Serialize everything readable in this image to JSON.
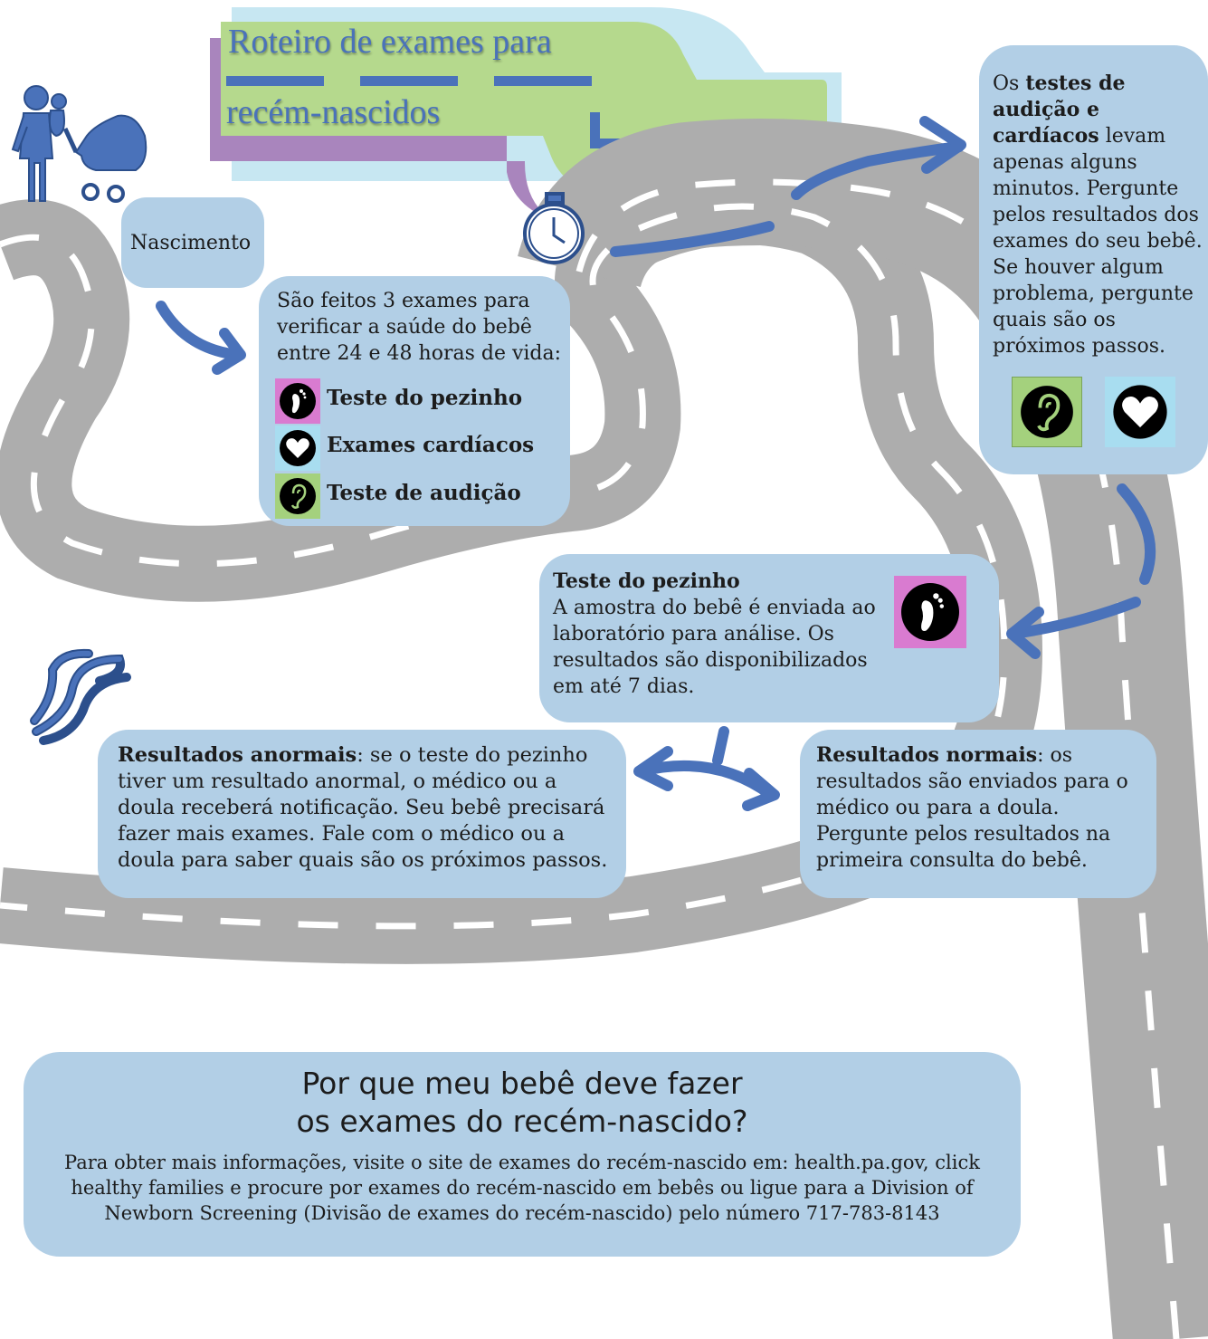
{
  "title": {
    "line1": "Roteiro de exames para",
    "line2": "recém-nascidos"
  },
  "colors": {
    "road": "#adadad",
    "arrow": "#4a72ba",
    "box": "#b2cfe6",
    "title_green": "#b5d98d",
    "title_purple": "#a985bd",
    "title_cyan": "#c7e7f2",
    "pink": "#d97bd0",
    "cyan": "#a8ddf0",
    "green": "#a4d17d"
  },
  "icons": [
    "family-icon",
    "stroller-icon",
    "stopwatch-icon",
    "foot-icon",
    "heart-icon",
    "ear-icon",
    "dna-icon"
  ],
  "birth": {
    "label": "Nascimento"
  },
  "three_tests": {
    "intro": "São feitos 3 exames para verificar a saúde do bebê entre 24 e 48 horas de vida:",
    "items": [
      "Teste do pezinho",
      "Exames cardíacos",
      "Teste de audição"
    ]
  },
  "hearing_heart": {
    "bold": "testes de audição e cardíacos",
    "before": "Os ",
    "after": " levam apenas alguns minutos. Pergunte pelos resultados dos exames do seu bebê. Se houver algum problema, pergunte quais são os próximos passos."
  },
  "heel": {
    "title": "Teste do pezinho",
    "text": "A amostra do bebê é enviada ao laboratório para análise. Os resultados são disponibilizados em até 7 dias."
  },
  "abnormal": {
    "bold": "Resultados anormais",
    "text": ": se o teste do pezinho tiver um resultado anormal, o médico ou a doula receberá notificação. Seu bebê precisará fazer mais exames. Fale com o médico ou a doula para saber quais são os próximos passos."
  },
  "normal": {
    "bold": "Resultados normais",
    "text": ": os resultados são enviados para o médico ou para a doula. Pergunte pelos resultados na primeira consulta do bebê."
  },
  "cta": {
    "heading_line1": "Por que meu bebê deve fazer",
    "heading_line2": "os exames do recém-nascido?",
    "text": "Para obter mais informações, visite o site de exames do recém-nascido em: health.pa.gov, click healthy families e procure por exames do recém-nascido em bebês ou ligue para a Division of Newborn Screening (Divisão de exames do recém-nascido) pelo número 717-783-8143"
  }
}
